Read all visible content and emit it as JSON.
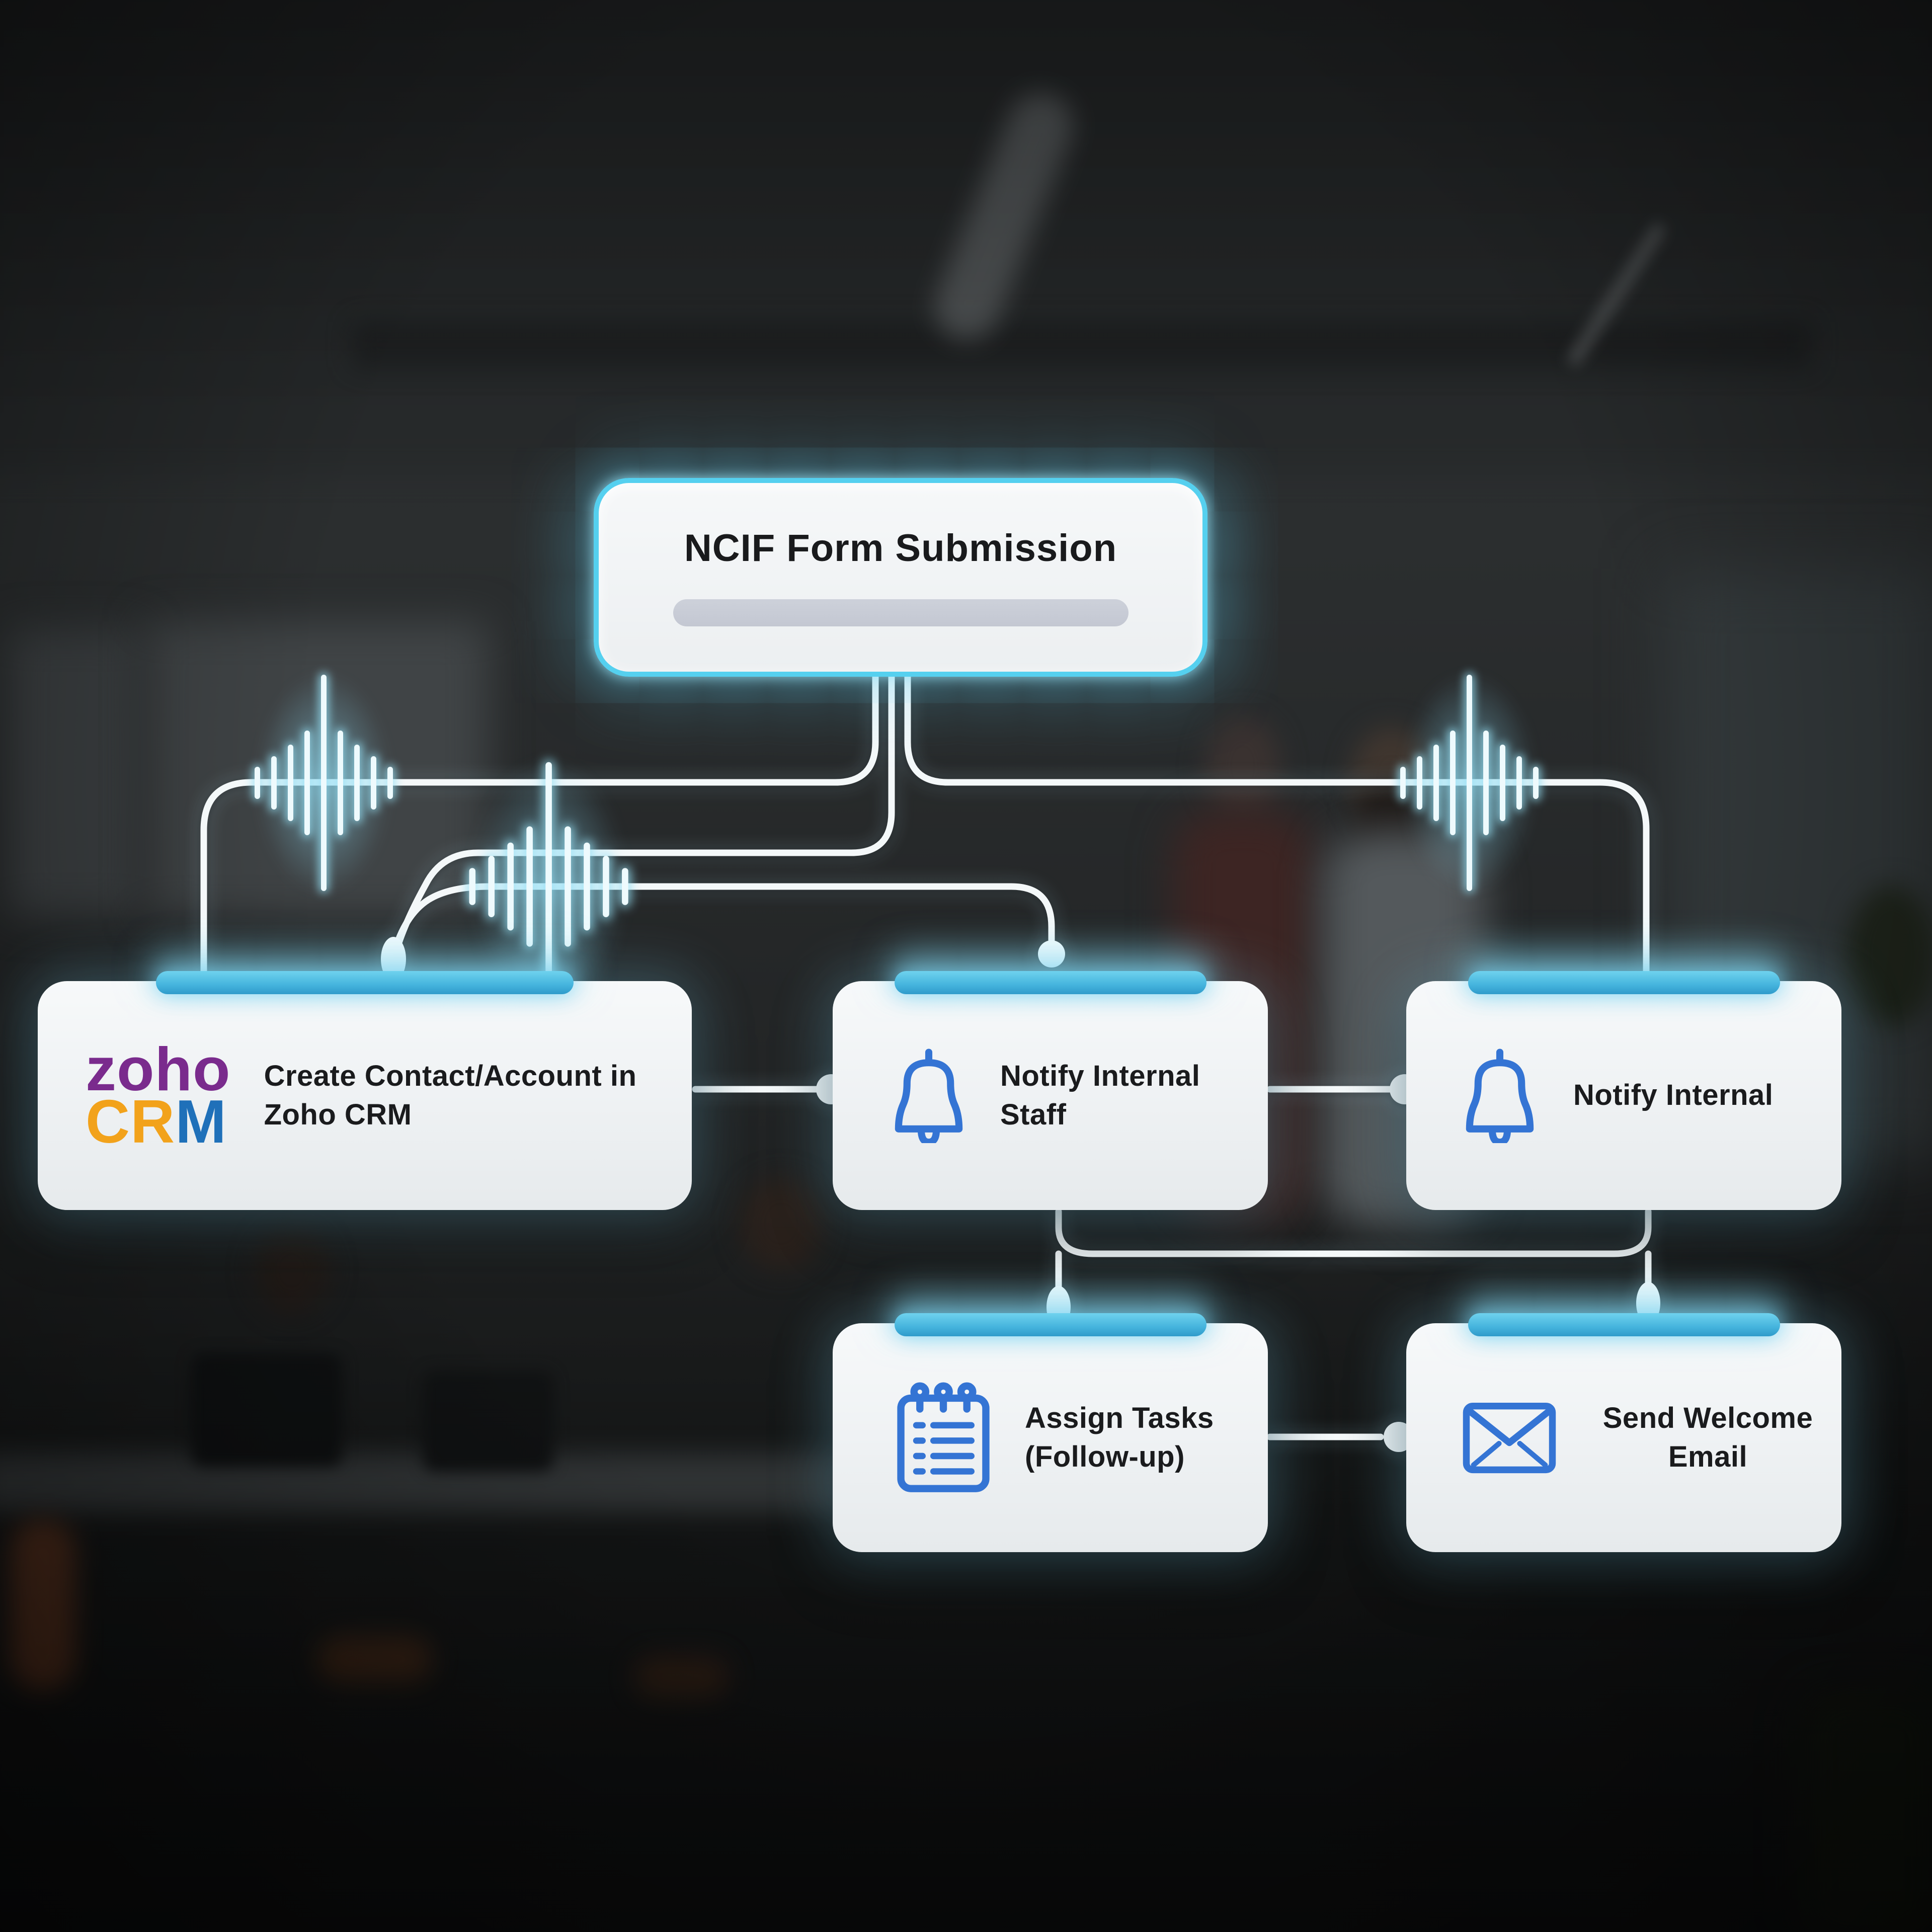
{
  "flowchart": {
    "root": {
      "title": "NCIF Form Submission"
    },
    "nodes": {
      "create_contact": {
        "label": "Create Contact/Account in Zoho CRM",
        "icon": "zoho-crm-logo"
      },
      "notify_staff": {
        "label": "Notify Internal Staff",
        "icon": "bell"
      },
      "notify_internal": {
        "label": "Notify Internal",
        "icon": "bell"
      },
      "assign_tasks": {
        "label": "Assign Tasks (Follow-up)",
        "icon": "notepad"
      },
      "send_welcome": {
        "label": "Send Welcome Email",
        "icon": "envelope"
      }
    },
    "zoho_logo": {
      "word": "zoho",
      "c": "C",
      "r": "R",
      "m": "M"
    },
    "colors": {
      "accent_cyan": "#4fc6e8",
      "glow_cyan": "#9fe6fa",
      "connector_white": "#f4f8f9",
      "card_bg": "#f2f4f6",
      "text_dark": "#1a1b1d",
      "zoho_purple": "#7a2b8d",
      "zoho_orange": "#f2a21b",
      "zoho_blue": "#1f70b9",
      "icon_blue": "#3474d4",
      "title_pill_gray": "#c8ccd6"
    }
  }
}
